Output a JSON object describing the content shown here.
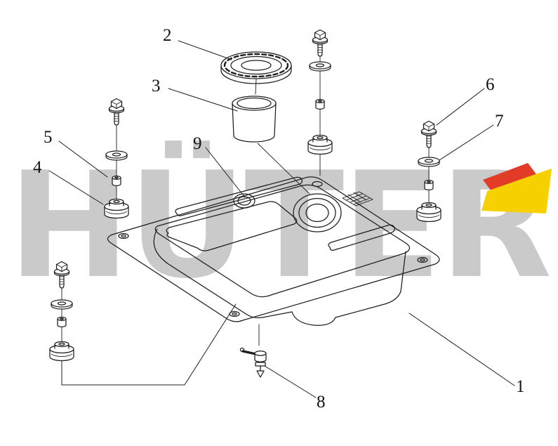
{
  "watermark": {
    "text": "HÜTER",
    "color": "#cacaca",
    "logo_red": "#e23b28",
    "logo_yellow": "#f7d000"
  },
  "diagram": {
    "line_color": "#1d1d1d",
    "background": "#ffffff"
  },
  "callouts": [
    {
      "label": "1"
    },
    {
      "label": "2"
    },
    {
      "label": "3"
    },
    {
      "label": "4"
    },
    {
      "label": "5"
    },
    {
      "label": "6"
    },
    {
      "label": "7"
    },
    {
      "label": "8"
    },
    {
      "label": "9"
    }
  ]
}
